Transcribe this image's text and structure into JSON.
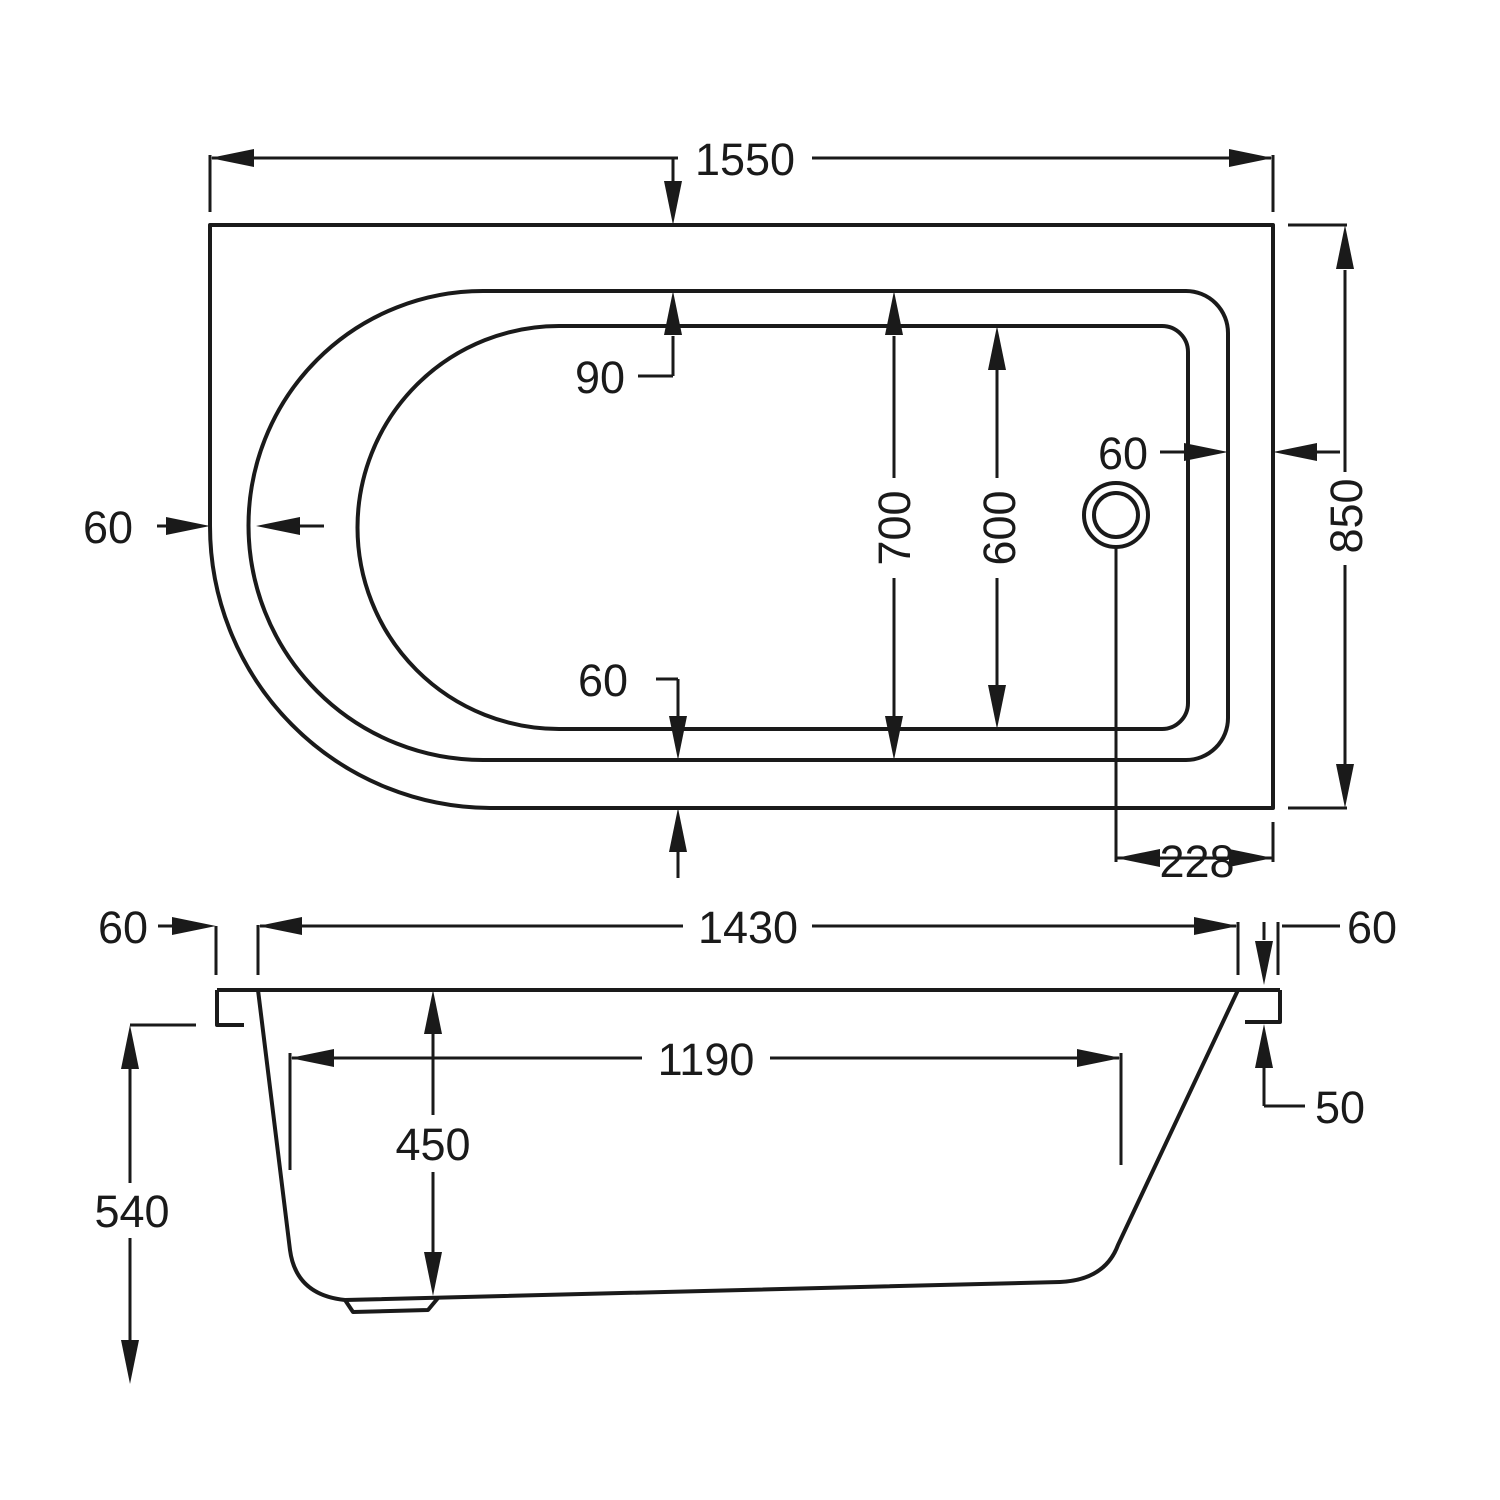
{
  "line_color": "#1a1a1a",
  "background": "#ffffff",
  "plan": {
    "overall_length": "1550",
    "overall_width": "850",
    "inner_rim_width": "700",
    "floor_width": "600",
    "side_rim_top": "90",
    "side_rim_bottom": "60",
    "end_rim_left": "60",
    "end_rim_right": "60",
    "waste_offset": "228"
  },
  "elevation": {
    "inner_length": "1430",
    "floor_length": "1190",
    "inner_depth": "450",
    "overall_height": "540",
    "rim_left": "60",
    "rim_right": "60",
    "rim_thickness": "50"
  }
}
